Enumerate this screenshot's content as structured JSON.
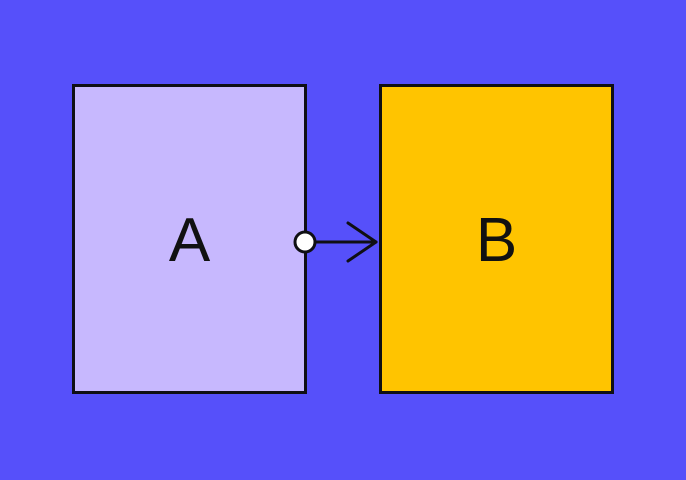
{
  "diagram": {
    "nodes": [
      {
        "id": "A",
        "label": "A",
        "fill": "#C7B8FE"
      },
      {
        "id": "B",
        "label": "B",
        "fill": "#FFC400"
      }
    ],
    "edges": [
      {
        "from": "A",
        "to": "B",
        "start_marker": "circle",
        "end_marker": "open-arrow"
      }
    ]
  },
  "colors": {
    "background": "#5650FA",
    "stroke": "#0F0F14",
    "text": "#111111",
    "connector_dot": "#FFFFFF"
  }
}
